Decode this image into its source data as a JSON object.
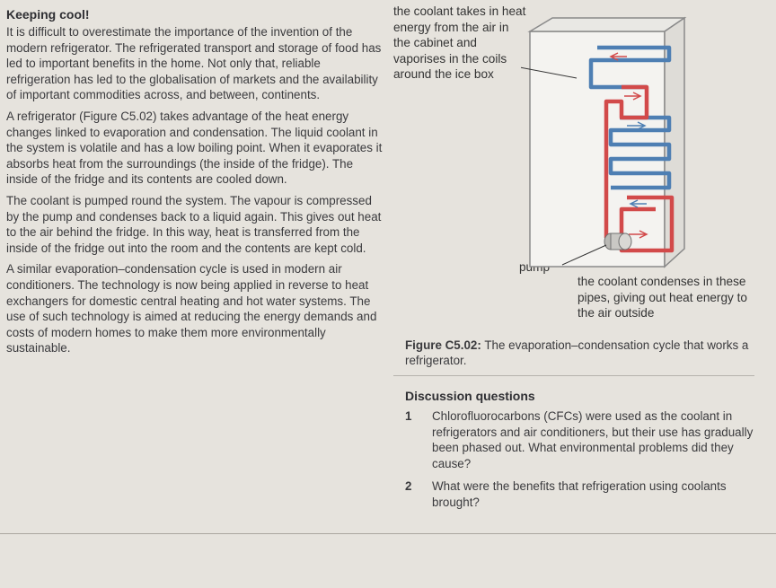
{
  "title": "Keeping cool!",
  "paragraphs": [
    "It is difficult to overestimate the importance of the invention of the modern refrigerator. The refrigerated transport and storage of food has led to important benefits in the home. Not only that, reliable refrigeration has led to the globalisation of markets and the availability of important commodities across, and between, continents.",
    "A refrigerator (Figure C5.02) takes advantage of the heat energy changes linked to evaporation and condensation. The liquid coolant in the system is volatile and has a low boiling point. When it evaporates it absorbs heat from the surroundings (the inside of the fridge). The inside of the fridge and its contents are cooled down.",
    "The coolant is pumped round the system. The vapour is compressed by the pump and condenses back to a liquid again. This gives out heat to the air behind the fridge. In this way, heat is transferred from the inside of the fridge out into the room and the contents are kept cold.",
    "A similar evaporation–condensation cycle is used in modern air conditioners. The technology is now being applied in reverse to heat exchangers for domestic central heating and hot water systems. The use of such technology is aimed at reducing the energy demands and costs of modern homes to make them more environmentally sustainable."
  ],
  "diagram": {
    "evaporation_label": "the coolant takes in heat energy from the air in the cabinet and vaporises in the coils around the ice box",
    "pump_label": "pump",
    "condensation_label": "the coolant condenses in these pipes, giving out heat energy to the air outside",
    "colors": {
      "cold_pipe": "#4e7fb3",
      "hot_pipe": "#d24a4a",
      "cabinet": "#f4f3f0",
      "outline": "#8a8a8a"
    }
  },
  "figure": {
    "label": "Figure C5.02:",
    "caption": "The evaporation–condensation cycle that works a refrigerator."
  },
  "discussion": {
    "heading": "Discussion questions",
    "questions": [
      {
        "num": "1",
        "text": "Chlorofluorocarbons (CFCs) were used as the coolant in refrigerators and air conditioners, but their use has gradually been phased out. What environmental problems did they cause?"
      },
      {
        "num": "2",
        "text": "What were the benefits that refrigeration using coolants brought?"
      }
    ]
  }
}
